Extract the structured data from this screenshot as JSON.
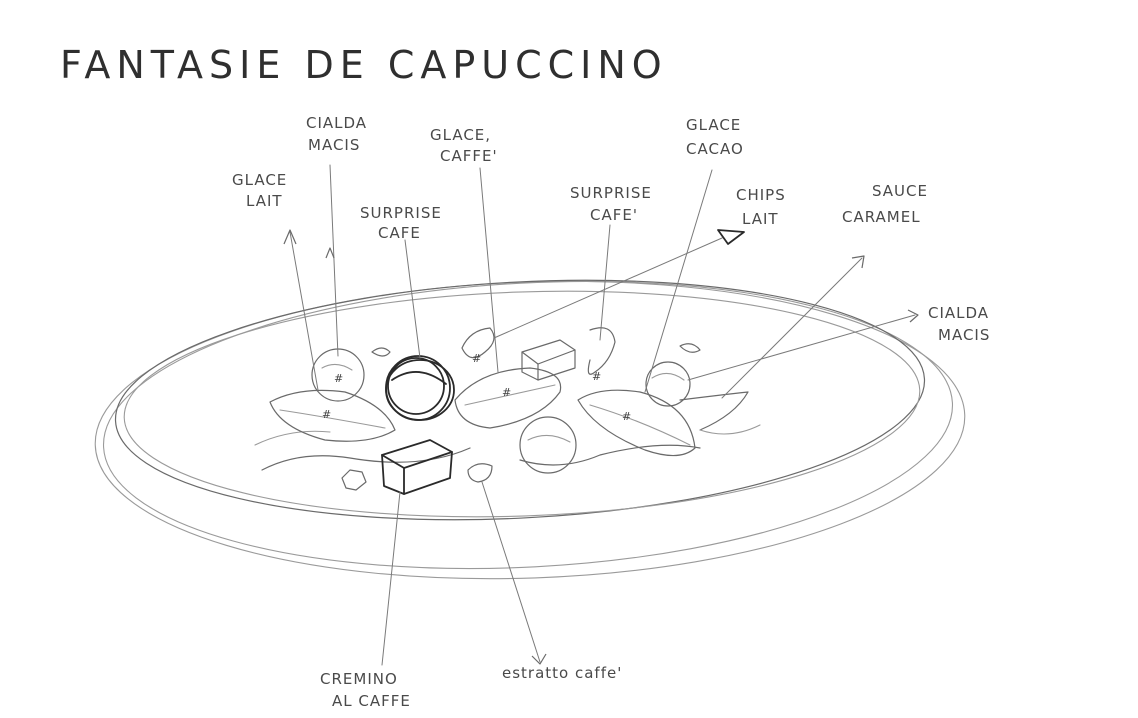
{
  "title": "FANTASIE DE CAPUCCINO",
  "labels": {
    "glace_lait": [
      "GLACE",
      "LAIT"
    ],
    "cialda_macis_top": [
      "CIALDA",
      "MACIS"
    ],
    "surprise_cafe_left": [
      "SURPRISE",
      "CAFE"
    ],
    "glace_caffe": [
      "GLACE,",
      "CAFFE'"
    ],
    "surprise_cafe_right": [
      "SURPRISE",
      "CAFE'"
    ],
    "glace_cacao": [
      "GLACE",
      "CACAO"
    ],
    "chips_lait": [
      "CHIPS",
      "LAIT"
    ],
    "sauce_caramel": [
      "SAUCE",
      "CARAMEL"
    ],
    "cialda_macis_right": [
      "CIALDA",
      "MACIS"
    ],
    "cremino_al_caffe": [
      "CREMINO",
      "AL CAFFE"
    ],
    "estratto_caffe": [
      "estratto caffe'"
    ]
  },
  "colors": {
    "paper": "#ffffff",
    "graphite": "#6a6a6a",
    "graphite_dark": "#2a2a2a"
  }
}
